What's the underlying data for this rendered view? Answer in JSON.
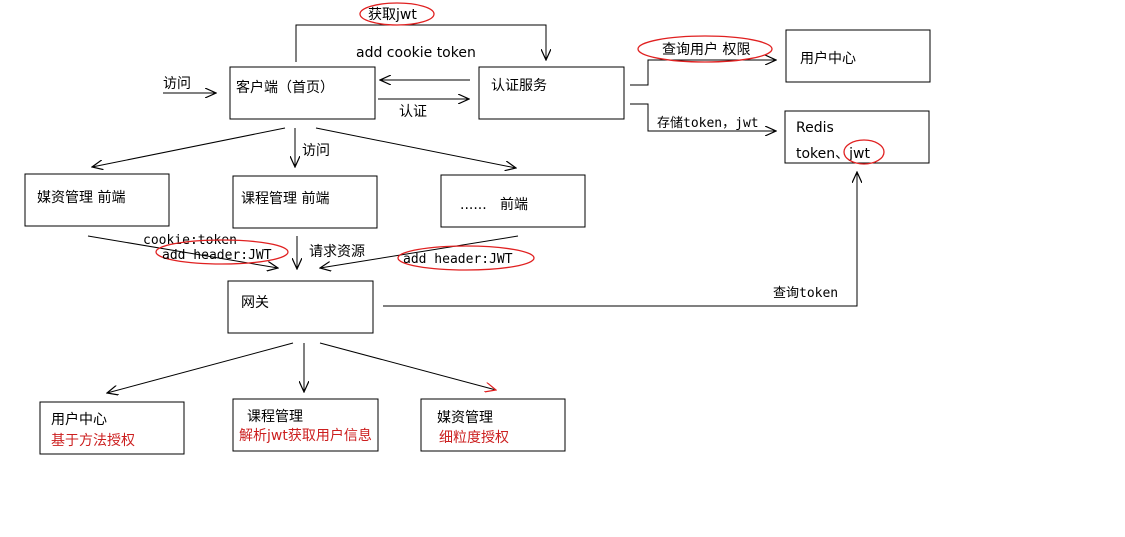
{
  "colors": {
    "line": "#000000",
    "annotation": "#e02020",
    "note_text": "#cc1f1f",
    "background": "#ffffff"
  },
  "nodes": {
    "client": "客户端（首页）",
    "auth": "认证服务",
    "user_center_top": "用户中心",
    "redis_title": "Redis",
    "redis_prefix": "token、",
    "redis_jwt": "jwt",
    "media_frontend": "媒资管理 前端",
    "course_frontend": "课程管理 前端",
    "other_frontend": "......   前端",
    "gateway": "网关",
    "user_center_bottom": "用户中心",
    "user_center_note": "基于方法授权",
    "course_service": "课程管理",
    "course_service_note": "解析jwt获取用户信息",
    "media_service": "媒资管理",
    "media_service_note": "细粒度授权"
  },
  "edges": {
    "get_jwt": "获取jwt",
    "add_cookie": "add cookie token",
    "visit_left": "访问",
    "authenticate": "认证",
    "query_permission": "查询用户 权限",
    "store_token": "存储token，jwt",
    "visit_down": "访问",
    "cookie_token": "cookie:token",
    "add_header_left": "add header:JWT",
    "request_resource": "请求资源",
    "add_header_right": "add header:JWT",
    "query_token": "查询token"
  }
}
